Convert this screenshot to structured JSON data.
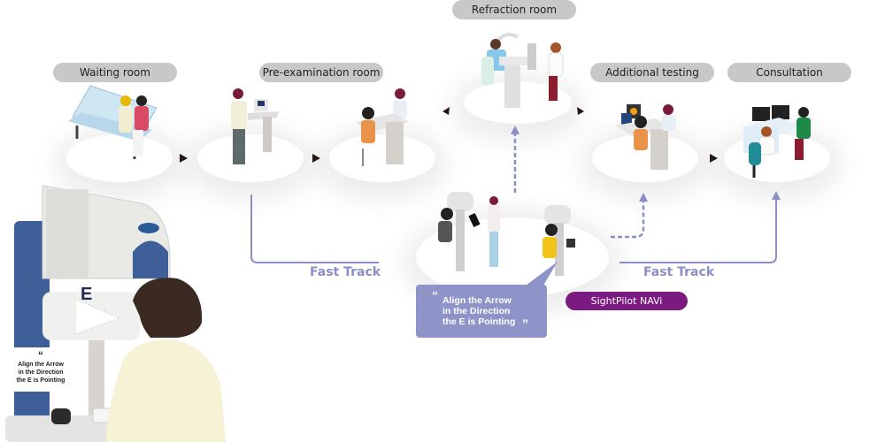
{
  "rooms": [
    {
      "id": "waiting",
      "label": "Waiting room"
    },
    {
      "id": "pre-exam",
      "label": "Pre-examination room"
    },
    {
      "id": "refraction",
      "label": "Refraction room"
    },
    {
      "id": "additional",
      "label": "Additional testing"
    },
    {
      "id": "consultation",
      "label": "Consultation"
    }
  ],
  "fast_track": {
    "left_label": "Fast Track",
    "right_label": "Fast Track"
  },
  "device": {
    "name": "SightPilot NAVi"
  },
  "instruction": {
    "open_quote": "“",
    "close_quote": "”",
    "lines": [
      "Align the Arrow",
      "in the Direction",
      "the E is Pointing"
    ]
  },
  "device_display": {
    "letter": "E"
  },
  "colors": {
    "pill_bg": "#c8c8c8",
    "flow_line": "#8a8fc6",
    "badge": "#7b1a81",
    "bubble": "#8e93c8",
    "arrowhead": "#231815"
  }
}
